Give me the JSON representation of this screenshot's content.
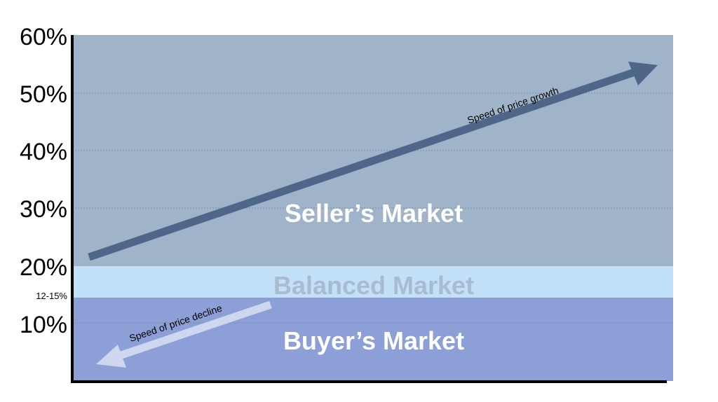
{
  "zones": {
    "sellers": {
      "label": "Seller’s Market",
      "color": "#9fb3c9",
      "text_color": "#ffffff"
    },
    "balanced": {
      "label": "Balanced Market",
      "color": "#c2e0f7",
      "text_color": "#a9bccf"
    },
    "buyers": {
      "label": "Buyer’s Market",
      "color": "#8c9fd6",
      "text_color": "#ffffff"
    }
  },
  "axis": {
    "ticks": [
      "60%",
      "50%",
      "40%",
      "30%",
      "20%",
      "10%"
    ],
    "balanced_range_label": "12-15%"
  },
  "arrows": {
    "growth": {
      "label": "Speed of price growth",
      "color": "#4d6689"
    },
    "decline": {
      "label": "Speed of price decline",
      "color": "#cfd6ef"
    }
  },
  "colors": {
    "gridline": "#7f8fa3",
    "axis": "#000000"
  }
}
